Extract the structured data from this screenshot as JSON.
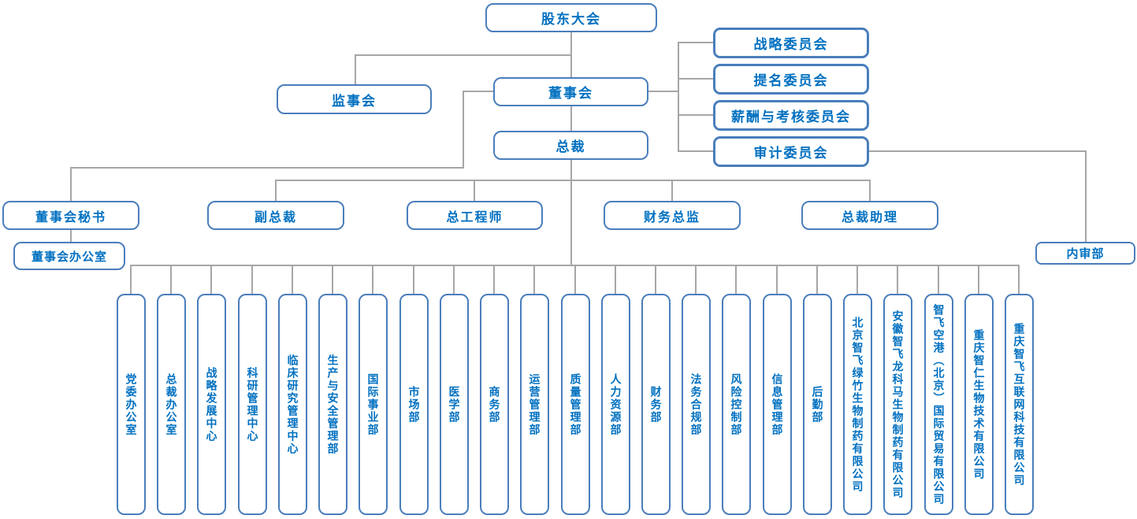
{
  "colors": {
    "box_border": "#4a7ebb",
    "text_blue": "#0070c0",
    "connector_gray": "#a6a6a6",
    "background": "#ffffff"
  },
  "nodes": {
    "shareholders_meeting": "股东大会",
    "supervisory_board": "监事会",
    "board_of_directors": "董事会",
    "president": "总裁",
    "committees": [
      "战略委员会",
      "提名委员会",
      "薪酬与考核委员会",
      "审计委员会"
    ],
    "executives": [
      "董事会秘书",
      "副总裁",
      "总工程师",
      "财务总监",
      "总裁助理"
    ],
    "board_office": "董事会办公室",
    "internal_audit": "内审部",
    "departments": [
      "党委办公室",
      "总裁办公室",
      "战略发展中心",
      "科研管理中心",
      "临床研究管理中心",
      "生产与安全管理部",
      "国际事业部",
      "市场部",
      "医学部",
      "商务部",
      "运营管理部",
      "质量管理部",
      "人力资源部",
      "财务部",
      "法务合规部",
      "风险控制部",
      "信息管理部",
      "后勤部",
      "北京智飞绿竹生物制药有限公司",
      "安徽智飞龙科马生物制药有限公司",
      "智飞空港（北京）国际贸易有限公司",
      "重庆智仁生物技术有限公司",
      "重庆智飞互联网科技有限公司"
    ]
  }
}
